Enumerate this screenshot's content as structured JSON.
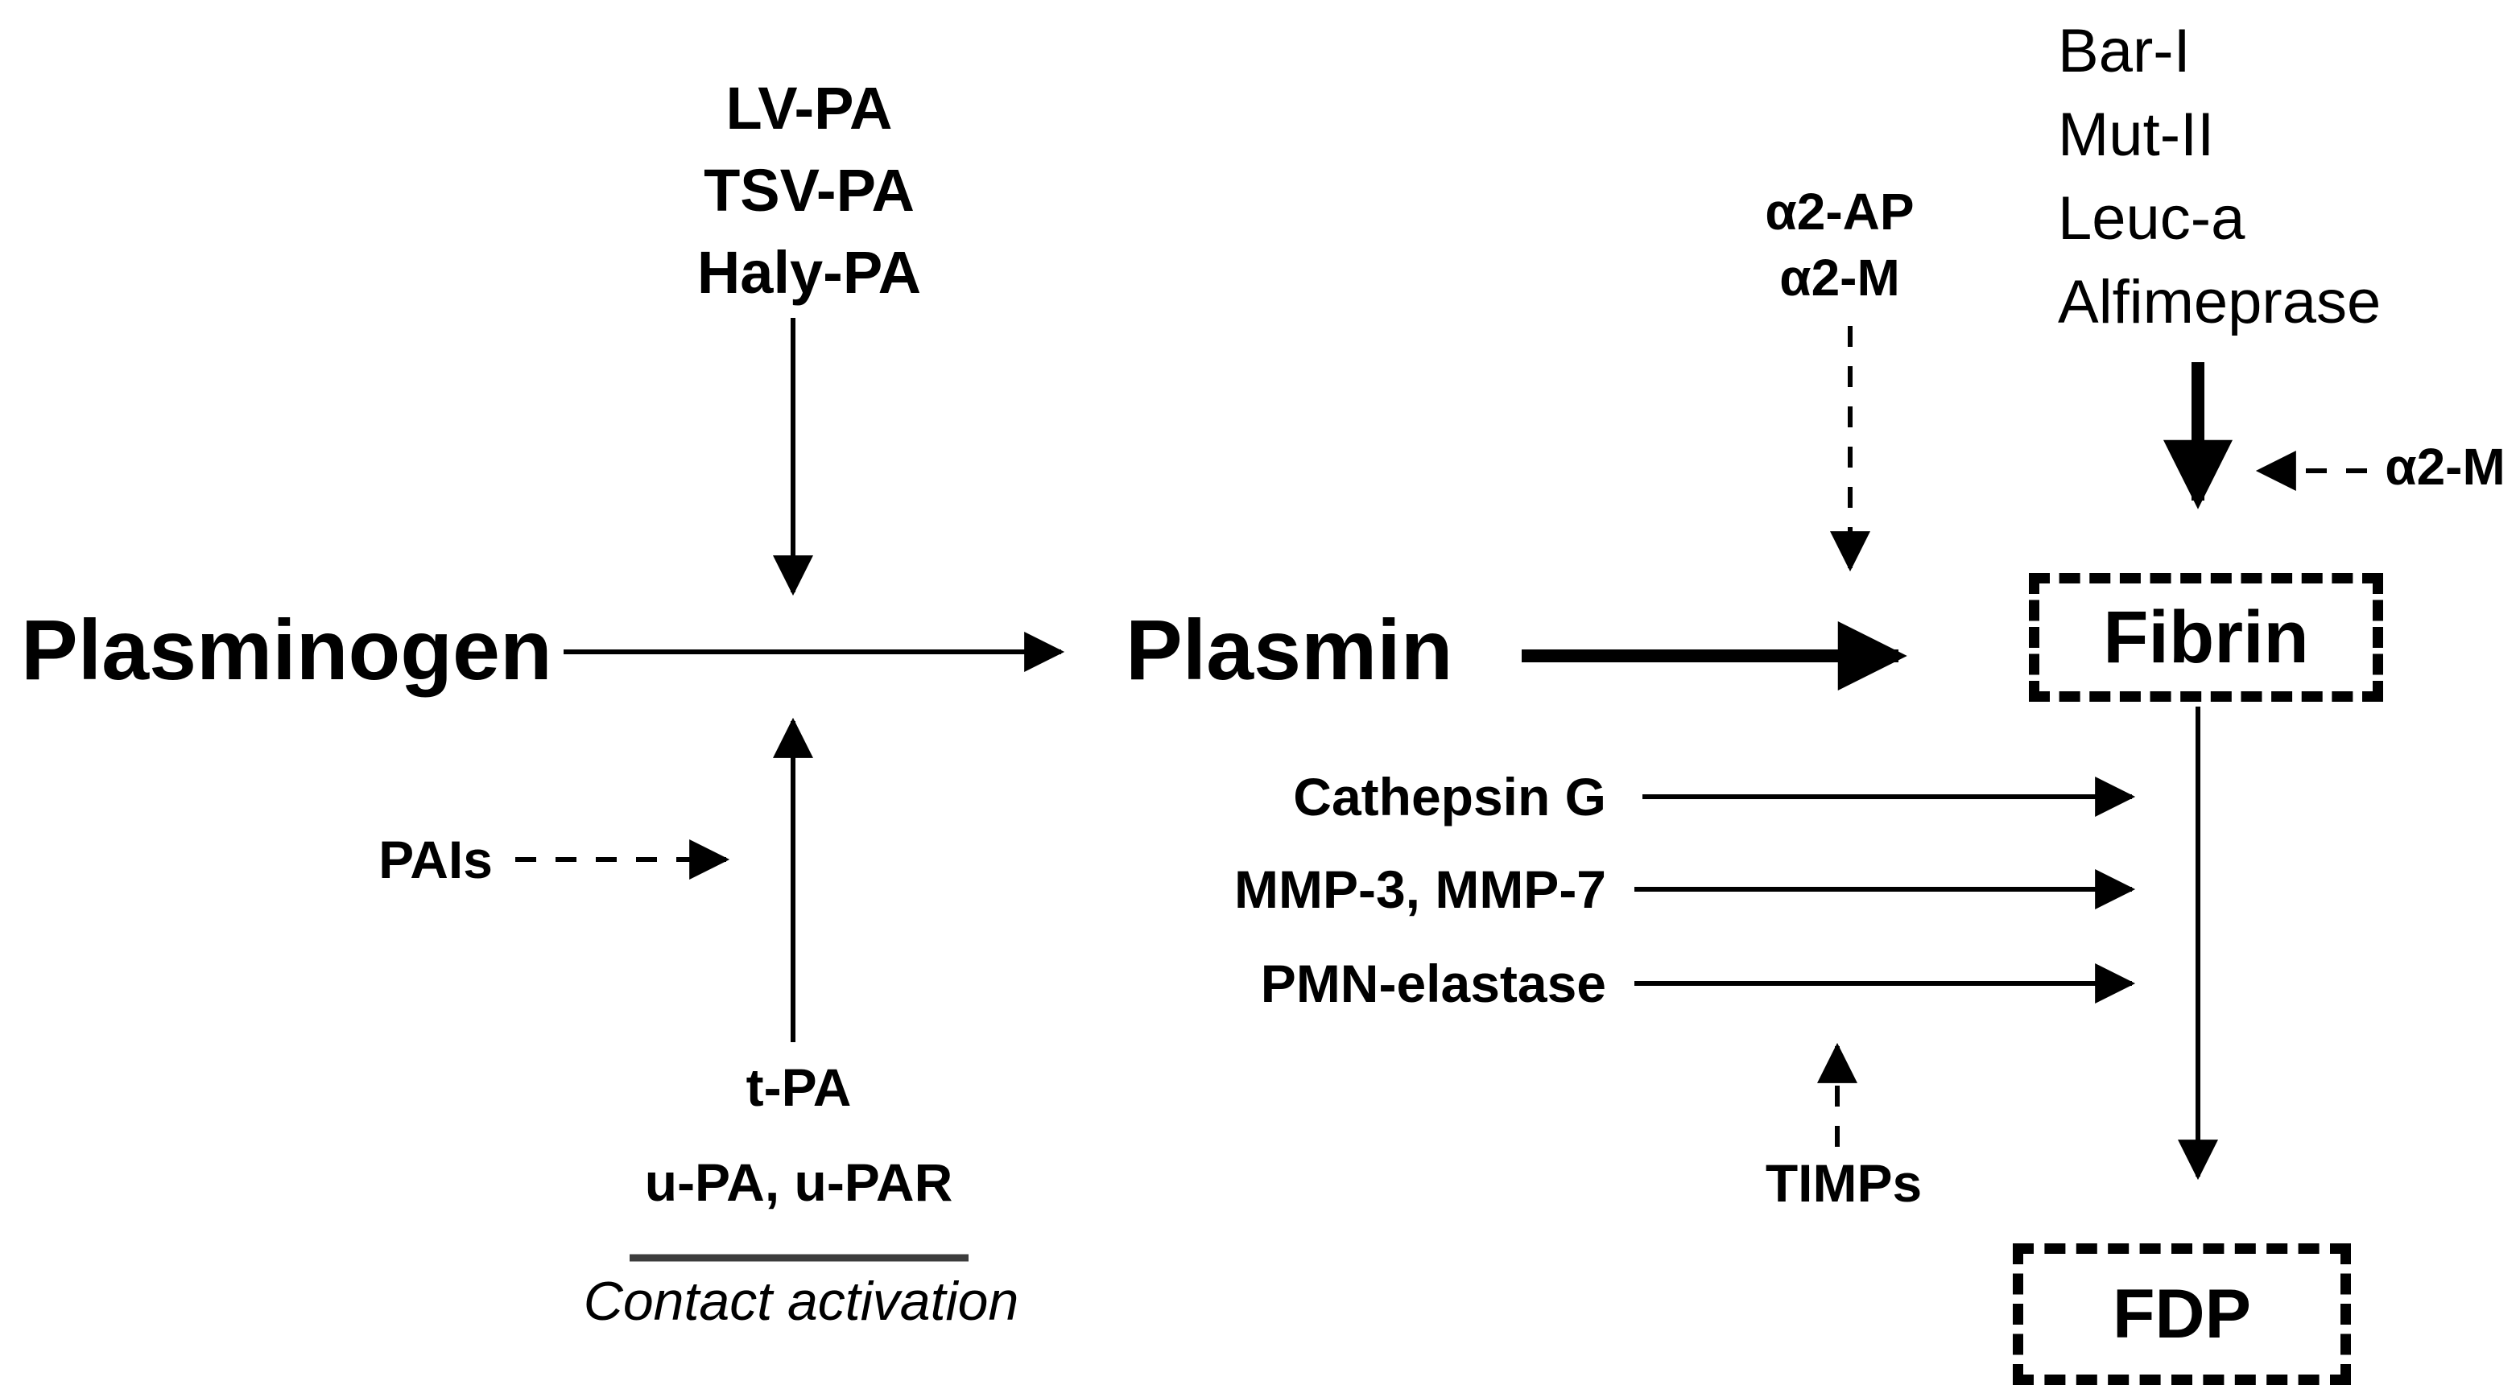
{
  "diagram": {
    "title_implicit": "Fibrinolysis pathway",
    "nodes": {
      "plasminogen": "Plasminogen",
      "plasmin": "Plasmin",
      "fibrin": "Fibrin",
      "fdp": "FDP"
    },
    "activators_top": {
      "lines": [
        "LV-PA",
        "TSV-PA",
        "Haly-PA"
      ]
    },
    "activators_bottom": {
      "lines": [
        "t-PA",
        "u-PA, u-PAR"
      ],
      "underline_label": "Contact activation"
    },
    "inhibitors": {
      "pais": "PAIs",
      "a2_block": [
        "α2-AP",
        "α2-M"
      ],
      "a2m_right": "α2-M",
      "timps": "TIMPs"
    },
    "fibrinolytics": [
      "Bar-I",
      "Mut-II",
      "Leuc-a",
      "Alfimeprase"
    ],
    "proteases": [
      "Cathepsin G",
      "MMP-3, MMP-7",
      "PMN-elastase"
    ],
    "colors": {
      "ink": "#000000",
      "underline": "#3c3c3c",
      "background": "#ffffff"
    }
  }
}
